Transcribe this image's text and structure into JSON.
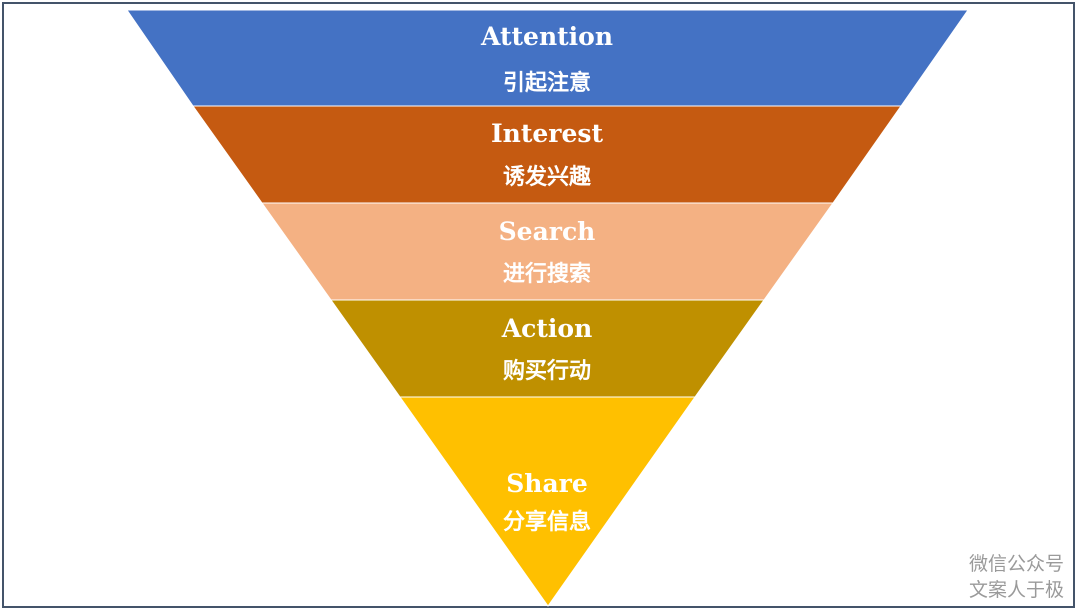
{
  "funnel": {
    "stages": [
      {
        "en": "Attention",
        "zh": "引起注意",
        "color": "#4472c4"
      },
      {
        "en": "Interest",
        "zh": "诱发兴趣",
        "color": "#c55a11"
      },
      {
        "en": "Search",
        "zh": "进行搜索",
        "color": "#f4b183"
      },
      {
        "en": "Action",
        "zh": "购买行动",
        "color": "#bf9000"
      },
      {
        "en": "Share",
        "zh": "分享信息",
        "color": "#ffc000"
      }
    ]
  },
  "watermark": {
    "line1": "微信公众号",
    "line2": "文案人于极"
  }
}
